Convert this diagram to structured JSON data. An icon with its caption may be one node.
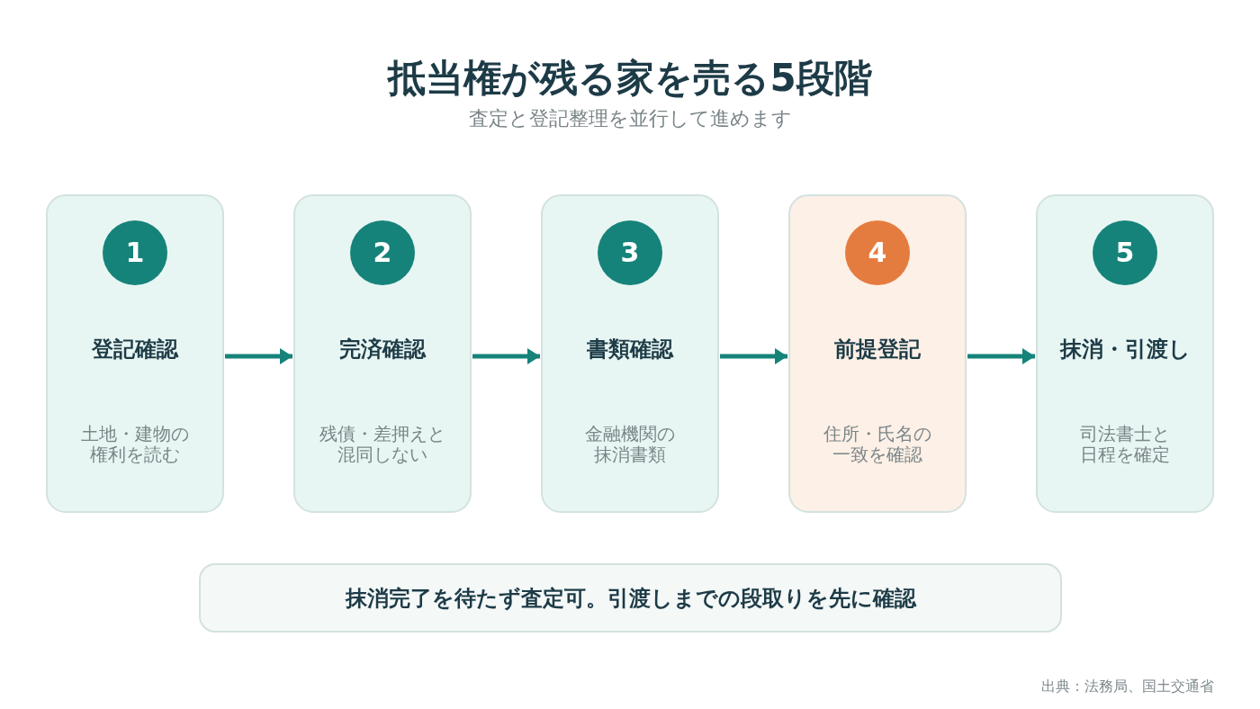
{
  "diagram": {
    "title": "抵当権が残る家を売る5段階",
    "nodes": [
      {
        "text": [
          "登記確認",
          "土地・建物の権利を読む"
        ]
      },
      {
        "text": [
          "1"
        ],
        "in": 0
      },
      {
        "text": [
          "完済確認",
          "残債・差押えと混同しない"
        ]
      },
      {
        "text": [
          "2"
        ],
        "in": 2
      },
      {
        "text": [
          "書類確認",
          "金融機関の抹消書類"
        ]
      },
      {
        "text": [
          "3"
        ],
        "in": 4
      },
      {
        "text": [
          "前提登記",
          "住所・氏名の一致を確認"
        ]
      },
      {
        "text": [
          "4"
        ],
        "in": 6
      },
      {
        "text": [
          "抹消・引渡し",
          "司法書士と日程を確定"
        ]
      },
      {
        "text": [
          "5"
        ],
        "in": 8
      },
      {
        "text": [
          "抹消完了を待たず査定可。引渡しまでの段取りを先に確認"
        ]
      }
    ],
    "edges": [
      {
        "from": 0,
        "to": 2,
        "arrow": "to"
      },
      {
        "from": 2,
        "to": 4,
        "arrow": "to"
      },
      {
        "from": 4,
        "to": 6,
        "arrow": "to"
      },
      {
        "from": 6,
        "to": 8,
        "arrow": "to"
      }
    ],
    "labels": [
      "査定と登記整理を並行して進めます",
      "出典：法務局、国土交通省"
    ]
  }
}
